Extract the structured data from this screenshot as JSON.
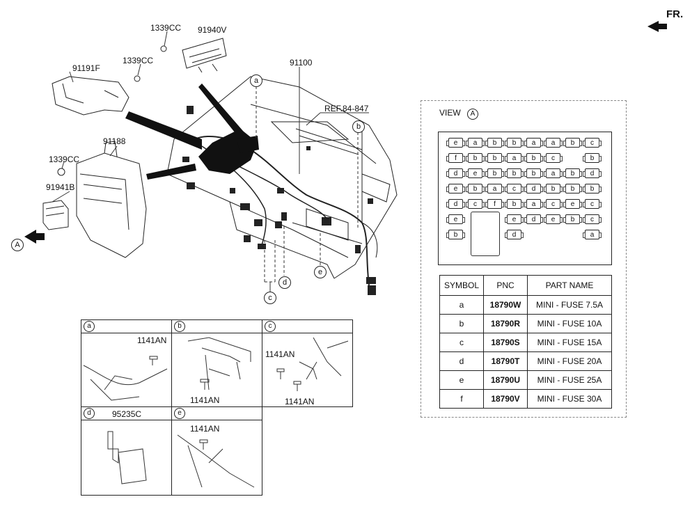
{
  "orientation": "FR.",
  "part_labels": {
    "p1339cc_top": "1339CC",
    "p91940v": "91940V",
    "p1339cc_mid": "1339CC",
    "p91191f": "91191F",
    "p91100": "91100",
    "ref": "REF.84-847",
    "p91188": "91188",
    "p1339cc_left": "1339CC",
    "p91941b": "91941B"
  },
  "callouts": {
    "A": "A",
    "a": "a",
    "b": "b",
    "c": "c",
    "d": "d",
    "e": "e"
  },
  "view": {
    "title": "VIEW",
    "symbol": "A"
  },
  "fuse_rows": [
    [
      "e",
      "a",
      "b",
      "b",
      "a",
      "a",
      "b",
      "c"
    ],
    [
      "f",
      "b",
      "b",
      "a",
      "b",
      "c",
      "b"
    ],
    [
      "d",
      "e",
      "b",
      "b",
      "b",
      "a",
      "b",
      "d"
    ],
    [
      "e",
      "b",
      "a",
      "c",
      "d",
      "b",
      "b",
      "b"
    ],
    [
      "d",
      "c",
      "f",
      "b",
      "a",
      "c",
      "e",
      "c"
    ],
    [
      "e",
      "e",
      "d",
      "e",
      "b",
      "c"
    ],
    [
      "b",
      "d",
      "a"
    ]
  ],
  "parts_table": {
    "headers": [
      "SYMBOL",
      "PNC",
      "PART NAME"
    ],
    "rows": [
      [
        "a",
        "18790W",
        "MINI - FUSE 7.5A"
      ],
      [
        "b",
        "18790R",
        "MINI - FUSE 10A"
      ],
      [
        "c",
        "18790S",
        "MINI - FUSE 15A"
      ],
      [
        "d",
        "18790T",
        "MINI - FUSE 20A"
      ],
      [
        "e",
        "18790U",
        "MINI - FUSE 25A"
      ],
      [
        "f",
        "18790V",
        "MINI - FUSE 30A"
      ]
    ]
  },
  "details": {
    "a": {
      "letter": "a",
      "labels": [
        "1141AN"
      ]
    },
    "b": {
      "letter": "b",
      "labels": [
        "1141AN"
      ]
    },
    "c": {
      "letter": "c",
      "labels": [
        "1141AN",
        "1141AN"
      ]
    },
    "d": {
      "letter": "d",
      "labels": [
        "95235C"
      ]
    },
    "e": {
      "letter": "e",
      "labels": [
        "1141AN"
      ]
    }
  }
}
